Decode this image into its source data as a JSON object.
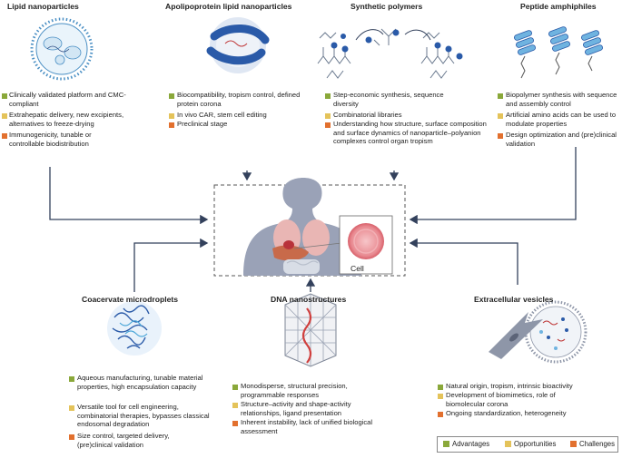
{
  "colors": {
    "advantage": "#8aa83a",
    "opportunity": "#e4c35a",
    "challenge": "#e2702e"
  },
  "panels": [
    {
      "title": "Lipid nanoparticles",
      "items": [
        {
          "kind": "advantage",
          "text": "Clinically validated platform and CMC-compliant"
        },
        {
          "kind": "opportunity",
          "text": "Extrahepatic delivery, new excipients, alternatives to freeze-drying"
        },
        {
          "kind": "challenge",
          "text": "Immunogenicity, tunable or controllable biodistribution"
        }
      ]
    },
    {
      "title": "Apolipoprotein lipid nanoparticles",
      "items": [
        {
          "kind": "advantage",
          "text": "Biocompatibility, tropism control, defined protein corona"
        },
        {
          "kind": "opportunity",
          "text": "In vivo CAR, stem cell editing"
        },
        {
          "kind": "challenge",
          "text": "Preclinical stage"
        }
      ]
    },
    {
      "title": "Synthetic polymers",
      "items": [
        {
          "kind": "advantage",
          "text": "Step-economic synthesis, sequence diversity"
        },
        {
          "kind": "opportunity",
          "text": "Combinatorial libraries"
        },
        {
          "kind": "challenge",
          "text": "Understanding how structure, surface composition and surface dynamics of nanoparticle–polyanion complexes control organ tropism"
        }
      ]
    },
    {
      "title": "Peptide amphiphiles",
      "items": [
        {
          "kind": "advantage",
          "text": "Biopolymer synthesis with sequence and assembly control"
        },
        {
          "kind": "opportunity",
          "text": "Artificial amino acids can be used to modulate properties"
        },
        {
          "kind": "challenge",
          "text": "Design optimization and (pre)clinical validation"
        }
      ]
    },
    {
      "title": "Coacervate microdroplets",
      "items": [
        {
          "kind": "advantage",
          "text": "Aqueous manufacturing, tunable material properties, high encapsulation capacity"
        },
        {
          "kind": "opportunity",
          "text": "Versatile tool for cell engineering, combinatorial therapies, bypasses classical endosomal degradation"
        },
        {
          "kind": "challenge",
          "text": "Size control, targeted delivery, (pre)clinical validation"
        }
      ]
    },
    {
      "title": "DNA nanostructures",
      "items": [
        {
          "kind": "advantage",
          "text": "Monodisperse, structural precision, programmable responses"
        },
        {
          "kind": "opportunity",
          "text": "Structure–activity and shape-activity relationships, ligand presentation"
        },
        {
          "kind": "challenge",
          "text": "Inherent instability, lack of unified biological assessment"
        }
      ]
    },
    {
      "title": "Extracellular vesicles",
      "items": [
        {
          "kind": "advantage",
          "text": "Natural origin, tropism, intrinsic bioactivity"
        },
        {
          "kind": "opportunity",
          "text": "Development of biomimetics, role of biomolecular corona"
        },
        {
          "kind": "challenge",
          "text": "Ongoing standardization, heterogeneity"
        }
      ]
    }
  ],
  "center": {
    "cell_label": "Cell"
  },
  "legend": {
    "advantages": "Advantages",
    "opportunities": "Opportunities",
    "challenges": "Challenges"
  }
}
